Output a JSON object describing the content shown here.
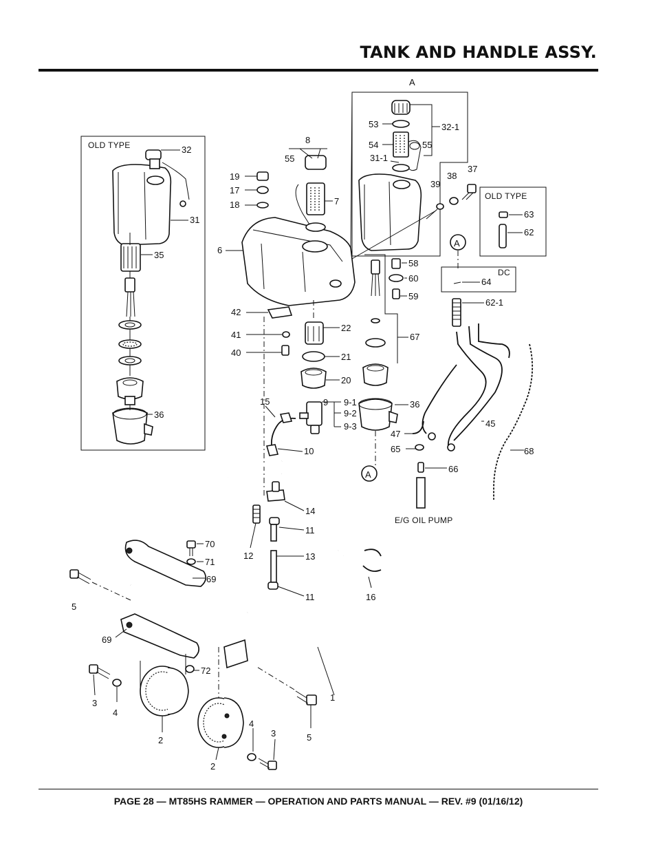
{
  "header": {
    "title": "TANK AND HANDLE ASSY."
  },
  "footer": {
    "text": "PAGE 28 — MT85HS RAMMER — OPERATION AND PARTS MANUAL — REV. #9 (01/16/12)"
  },
  "diagram": {
    "old_type_box_label": "OLD TYPE",
    "old_type_box2_label": "OLD TYPE",
    "dc_label": "DC",
    "detail_a_label": "A",
    "eg_oil_pump_label": "E/G OIL PUMP",
    "callouts": {
      "p1": "1",
      "p2a": "2",
      "p2b": "2",
      "p3a": "3",
      "p3b": "3",
      "p4a": "4",
      "p4b": "4",
      "p5a": "5",
      "p5b": "5",
      "p6": "6",
      "p7": "7",
      "p8": "8",
      "p9": "9",
      "p9_1": "9-1",
      "p9_2": "9-2",
      "p9_3": "9-3",
      "p10": "10",
      "p11a": "11",
      "p11b": "11",
      "p12": "12",
      "p13": "13",
      "p14": "14",
      "p15": "15",
      "p16": "16",
      "p17": "17",
      "p18": "18",
      "p19": "19",
      "p20": "20",
      "p21": "21",
      "p22": "22",
      "p31": "31",
      "p31_1": "31-1",
      "p32": "32",
      "p32_1": "32-1",
      "p35": "35",
      "p36a": "36",
      "p36b": "36",
      "p37": "37",
      "p38": "38",
      "p39": "39",
      "p40": "40",
      "p41": "41",
      "p42": "42",
      "p45": "45",
      "p47": "47",
      "p53": "53",
      "p54": "54",
      "p55a": "55",
      "p55b": "55",
      "p58": "58",
      "p59": "59",
      "p60": "60",
      "p62": "62",
      "p62_1": "62-1",
      "p63": "63",
      "p64": "64",
      "p65": "65",
      "p66": "66",
      "p67": "67",
      "p68": "68",
      "p69a": "69",
      "p69b": "69",
      "p70": "70",
      "p71": "71",
      "p72": "72",
      "circleA1": "A",
      "circleA2": "A"
    }
  }
}
